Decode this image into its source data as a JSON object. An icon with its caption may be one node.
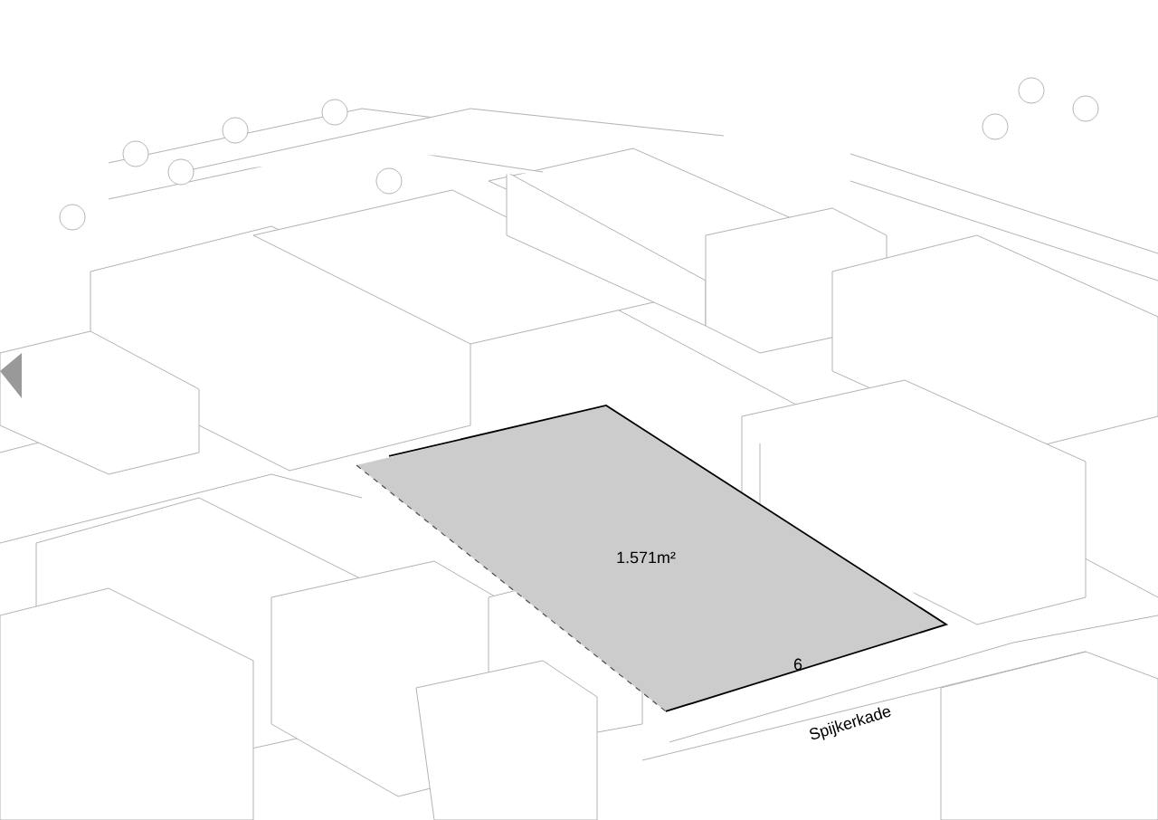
{
  "diagram": {
    "nodes": [
      {
        "text": [
          "1.571m²"
        ]
      }
    ],
    "labels": [
      "6",
      "Spijkerkade"
    ]
  }
}
